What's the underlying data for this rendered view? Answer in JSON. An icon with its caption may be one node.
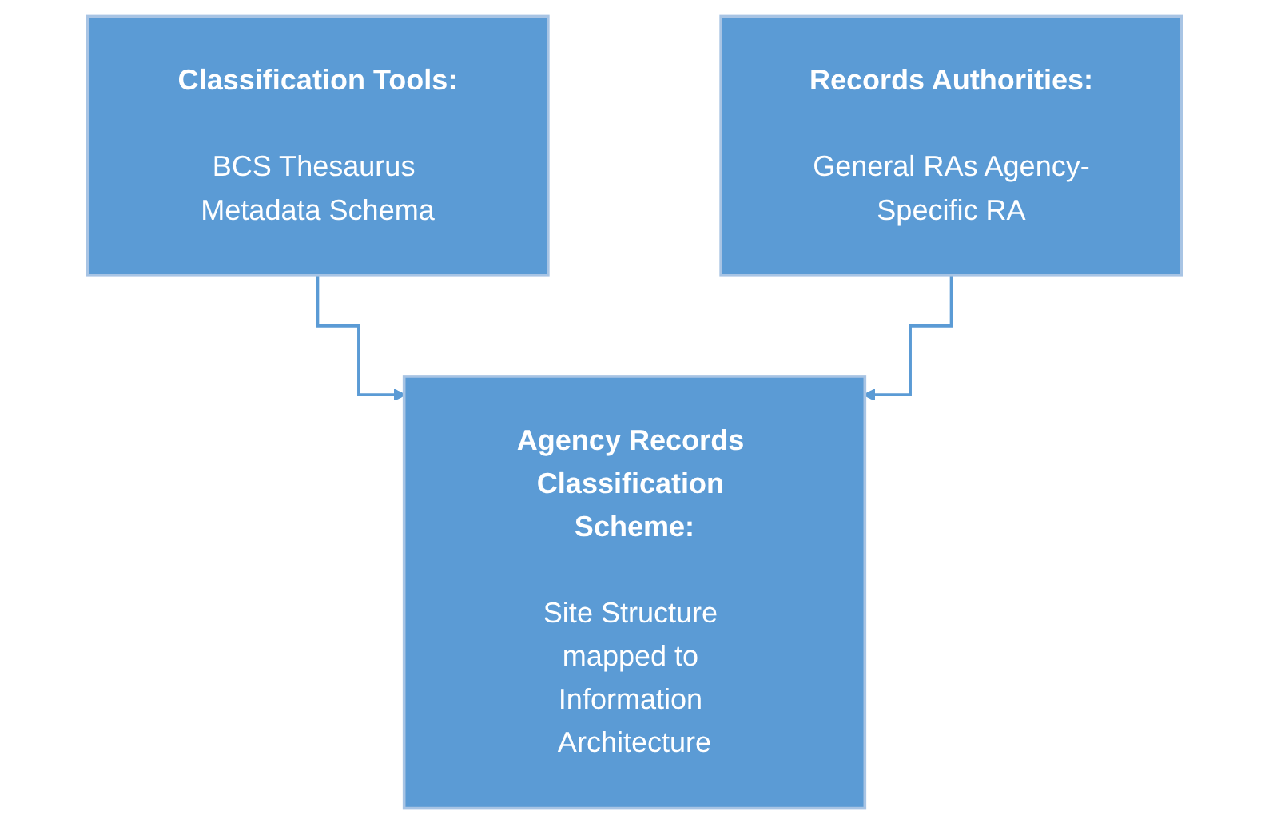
{
  "diagram": {
    "nodes": [
      {
        "text": [
          "Classification Tools:",
          "BCS Thesaurus Metadata Schema"
        ]
      },
      {
        "text": [
          "Records Authorities:",
          "General RAs Agency-Specific RA"
        ]
      },
      {
        "text": [
          "Agency Records Classification Scheme:",
          "Site Structure mapped to Information Architecture"
        ]
      }
    ],
    "edges": [
      {
        "from": 0,
        "to": 2,
        "arrow": "to"
      },
      {
        "from": 1,
        "to": 2,
        "arrow": "to"
      }
    ]
  }
}
